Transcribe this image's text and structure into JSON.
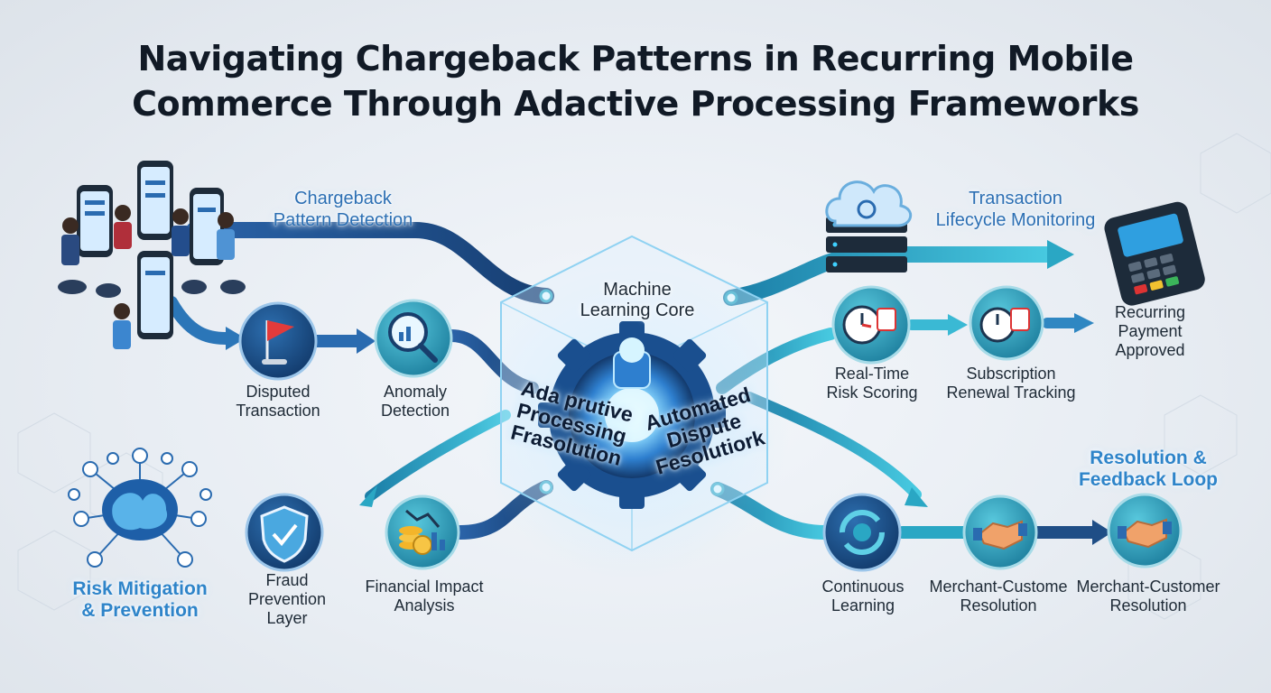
{
  "title": {
    "line1": "Navigating Chargeback Patterns in Recurring Mobile",
    "line2": "Commerce Through Adactive Processing Frameworks"
  },
  "flows": {
    "chargeback_pattern_detection": "Chargeback\nPattern Detection",
    "transaction_lifecycle_monitoring": "Transaction\nLifecycle Monitoring",
    "machine_learning_core": "Machine\nLearning Core",
    "resolution_feedback_loop": "Resolution &\nFeedback Loop",
    "risk_mitigation_prevention": "Risk Mitigation\n& Prevention"
  },
  "core": {
    "left_text": "Ada prutive\nProcessing\nFrasolution",
    "right_text": "Automated\nDispute\nFesolutiork"
  },
  "nodes": {
    "disputed_transaction": "Disputed\nTransaction",
    "anomaly_detection": "Anomaly\nDetection",
    "real_time_risk_scoring": "Real-Time\nRisk Scoring",
    "subscription_renewal_tracking": "Subscription\nRenewal Tracking",
    "recurring_payment_approved": "Recurring\nPayment\nApproved",
    "fraud_prevention_layer": "Fraud\nPrevention\nLayer",
    "financial_impact_analysis": "Financial Impact\nAnalysis",
    "continuous_learning": "Continuous\nLearning",
    "merchant_customer_resolution_1": "Merchant-Custome\nResolution",
    "merchant_customer_resolution_2": "Merchant-Customer\nResolution"
  },
  "icons": {
    "phones": "mobile-phones-people",
    "flag": "red-flag-alert",
    "magnifier": "magnifier-chart",
    "cloud": "cloud-server",
    "pos": "pos-terminal",
    "clock": "clock-calendar",
    "shield": "shield-check",
    "coins": "coins-chart",
    "brain": "brain-network",
    "refresh": "refresh-cycle",
    "handshake": "handshake",
    "gear": "gear-core"
  },
  "colors": {
    "flow_dark": "#1f4e86",
    "flow_teal": "#2aa7c4",
    "label_blue": "#2c6fb3",
    "title": "#111a26",
    "node_fill": "#1d4f8a"
  }
}
